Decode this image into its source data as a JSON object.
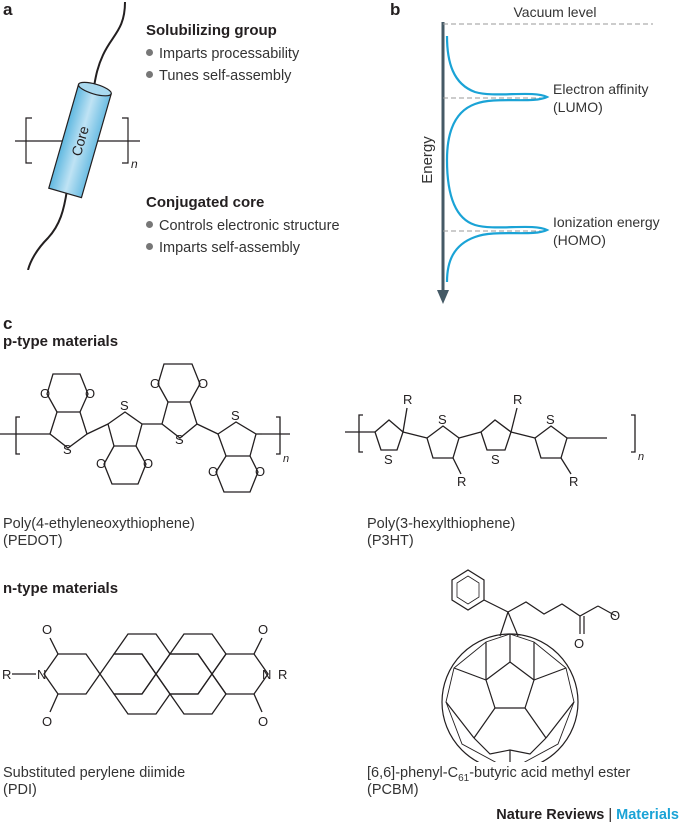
{
  "panel_a": {
    "letter": "a",
    "core_label": "Core",
    "repeat_n": "n",
    "solubilizing": {
      "heading": "Solubilizing group",
      "bullets": [
        "Imparts processability",
        "Tunes self-assembly"
      ]
    },
    "conjugated": {
      "heading": "Conjugated core",
      "bullets": [
        "Controls electronic structure",
        "Imparts self-assembly"
      ]
    }
  },
  "panel_b": {
    "letter": "b",
    "vacuum_level": "Vacuum level",
    "axis_label": "Energy",
    "lumo_line1": "Electron affinity",
    "lumo_line2": "(LUMO)",
    "homo_line1": "Ionization energy",
    "homo_line2": "(HOMO)",
    "curve_color": "#1aa3d6"
  },
  "panel_c": {
    "letter": "c",
    "p_type_heading": "p-type materials",
    "n_type_heading": "n-type materials",
    "pedot": {
      "name": "Poly(4-ethyleneoxythiophene)",
      "abbr": "(PEDOT)",
      "atoms": {
        "S": "S",
        "O": "O",
        "n": "n"
      }
    },
    "p3ht": {
      "name": "Poly(3-hexylthiophene)",
      "abbr": "(P3HT)",
      "atoms": {
        "S": "S",
        "R": "R",
        "n": "n"
      }
    },
    "pdi": {
      "name": "Substituted perylene diimide",
      "abbr": "(PDI)",
      "atoms": {
        "O": "O",
        "N": "N",
        "R": "R"
      }
    },
    "pcbm": {
      "name_prefix": "[6,6]-phenyl-C",
      "name_sub": "61",
      "name_suffix": "-butyric acid methyl ester",
      "abbr": "(PCBM)",
      "atoms": {
        "O": "O"
      }
    }
  },
  "footer": {
    "journal": "Nature Reviews",
    "separator": " | ",
    "section": "Materials"
  }
}
